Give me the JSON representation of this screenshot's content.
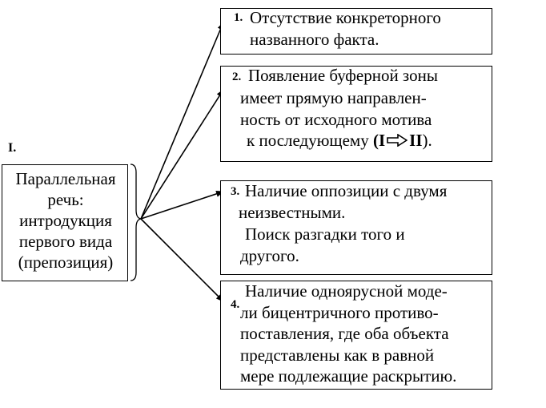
{
  "section_label": "I.",
  "source": {
    "lines": [
      "Параллельная",
      "речь:",
      "интродукция",
      "первого вида",
      "(препозиция)"
    ]
  },
  "items": [
    {
      "number": "1.",
      "lines": [
        "Отсутствие конкреторного",
        "названного факта."
      ]
    },
    {
      "number": "2.",
      "lines": [
        "Появление буферной зоны",
        "имеет прямую направлен-",
        "ность от исходного мотива",
        "к последующему"
      ],
      "arrow_from": "I",
      "arrow_to": "II",
      "arrow_suffix": ")."
    },
    {
      "number": "3.",
      "lines": [
        "Наличие оппозиции с двумя",
        "неизвестными.",
        "Поиск разгадки того и",
        "другого."
      ]
    },
    {
      "number": "4.",
      "lines": [
        "Наличие одноярусной моде-",
        "ли бицентричного противо-",
        "поставления, где оба объекта",
        "представлены как в равной",
        "мере подлежащие раскрытию."
      ]
    }
  ]
}
